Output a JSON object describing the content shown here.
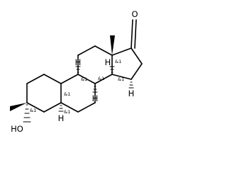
{
  "molecule": {
    "atom_labels": {
      "oxygen_keto": "O",
      "hydroxyl": "HO",
      "h_c8": "H",
      "h_c9": "H",
      "h_c10": "H",
      "h_c14": "H",
      "h_c5": "H"
    },
    "stereo_descriptors": {
      "c3": "&1",
      "c5": "&1",
      "c8": "&1",
      "c9": "&1",
      "c10": "&1",
      "c13": "&1",
      "c14": "&1"
    },
    "colors": {
      "ink": "#000000",
      "background": "#ffffff"
    }
  }
}
